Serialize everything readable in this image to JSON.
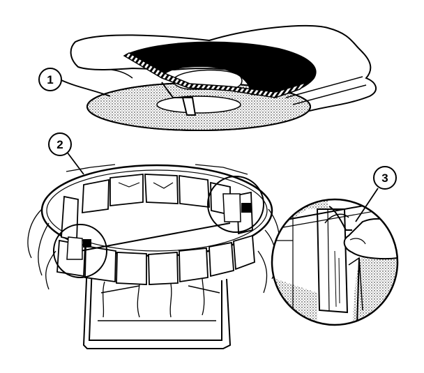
{
  "callouts": [
    {
      "label": "1"
    },
    {
      "label": "2"
    },
    {
      "label": "3"
    }
  ],
  "colors": {
    "ink": "#000000",
    "paper": "#ffffff",
    "stipple": "#bdbdbd"
  }
}
